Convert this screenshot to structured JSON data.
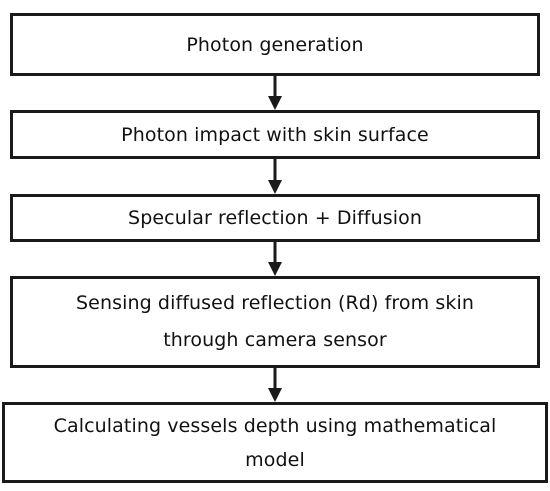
{
  "flowchart": {
    "steps": [
      {
        "label": "Photon generation"
      },
      {
        "label": "Photon impact with skin surface"
      },
      {
        "label": "Specular reflection + Diffusion"
      },
      {
        "lines": [
          "Sensing diffused reflection (Rd) from skin",
          "through camera sensor"
        ]
      },
      {
        "lines": [
          "Calculating vessels depth using mathematical",
          "model"
        ]
      }
    ]
  }
}
